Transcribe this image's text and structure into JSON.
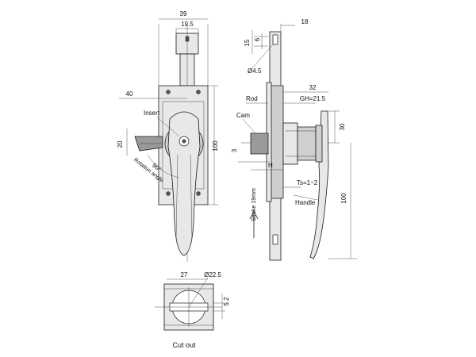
{
  "front_view": {
    "dim_width": "39",
    "dim_rod_width": "19.5",
    "dim_offset": "40",
    "dim_cam": "20",
    "dim_height": "100",
    "rotation_angle": "90°",
    "rotation_label": "Rotation angle",
    "label_insert": "Insert"
  },
  "side_view": {
    "dim_top": "18",
    "dim_15": "15",
    "dim_6": "6",
    "dim_hole": "Ø4.5",
    "dim_32": "32",
    "dim_gh": "GH=21.5",
    "dim_30": "30",
    "dim_3": "3",
    "dim_100": "100",
    "dim_ts": "Ts=1~2",
    "label_h": "H",
    "label_rod": "Rod",
    "label_cam": "Cam",
    "label_handle": "Handle",
    "label_stroke": "Stroke 19mm"
  },
  "cutout": {
    "dim_27": "27",
    "dim_diameter": "Ø22.5",
    "dim_52": "5.2",
    "caption": "Cut out"
  }
}
